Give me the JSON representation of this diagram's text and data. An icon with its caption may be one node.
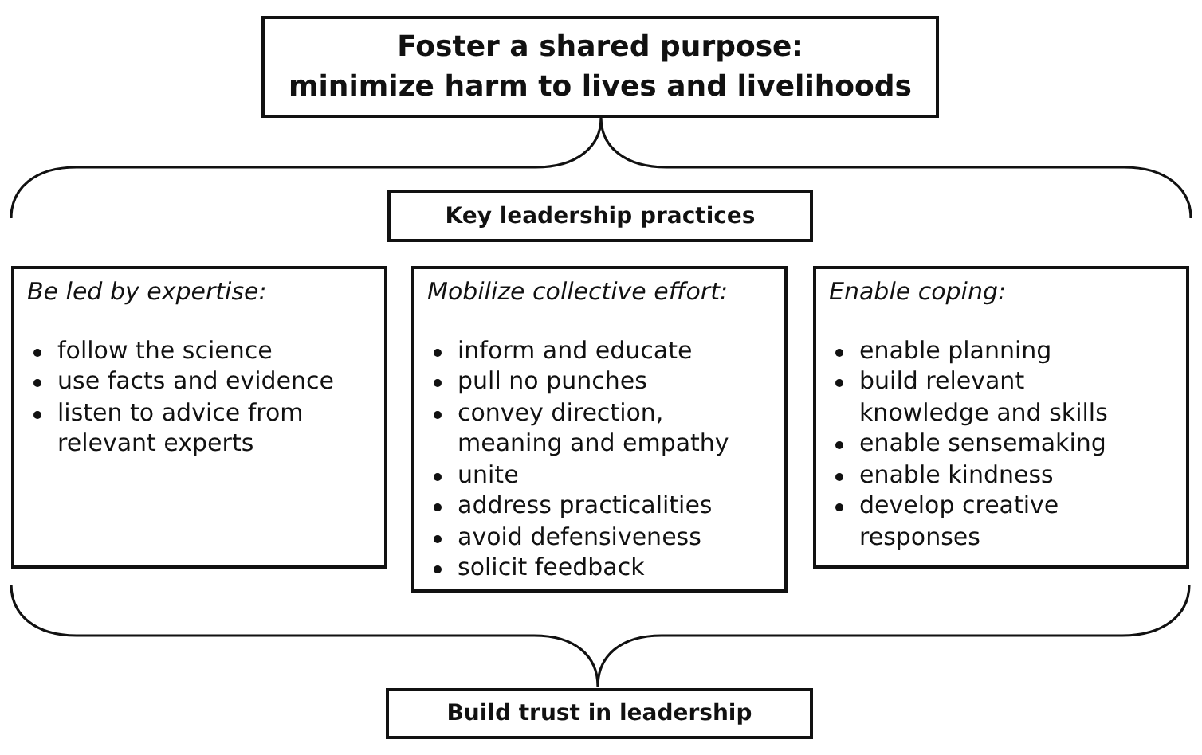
{
  "diagram": {
    "nodes": [
      {
        "text": [
          "Foster a shared purpose: minimize harm to lives and livelihoods"
        ]
      },
      {
        "text": [
          "Key leadership practices"
        ]
      },
      {
        "text": [
          "Be led by expertise:",
          "follow the science",
          "use facts and evidence",
          "listen to advice from relevant experts"
        ]
      },
      {
        "text": [
          "Mobilize collective effort:",
          "inform and educate",
          "pull no punches",
          "convey direction, meaning and empathy",
          "unite",
          "address practicalities",
          "avoid defensiveness",
          "solicit feedback"
        ]
      },
      {
        "text": [
          "Enable coping:",
          "enable planning",
          "build relevant knowledge and skills",
          "enable sensemaking",
          "enable kindness",
          "develop creative responses"
        ]
      },
      {
        "text": [
          "Build trust in leadership"
        ]
      }
    ]
  }
}
